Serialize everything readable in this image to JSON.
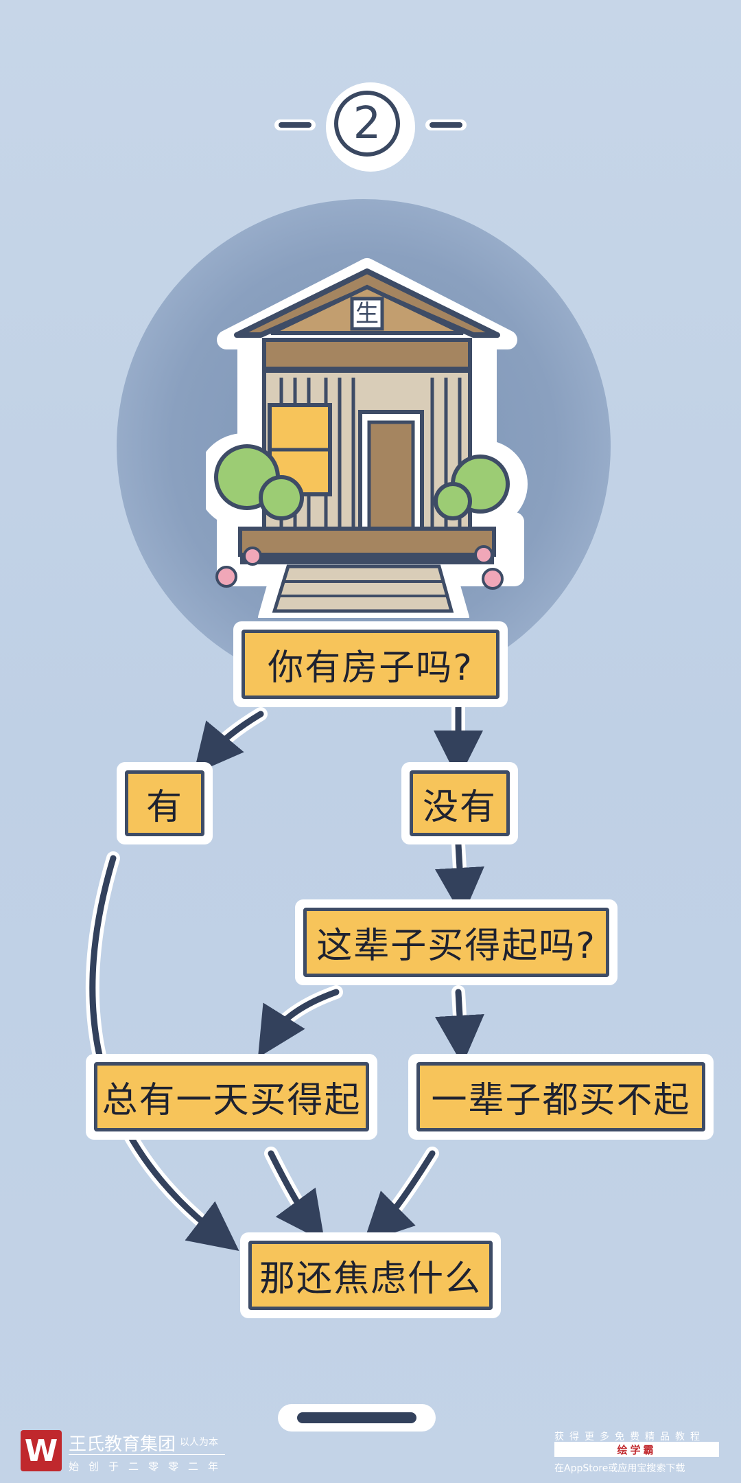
{
  "page_number": "2",
  "house_sign": "生",
  "flowchart": {
    "question1": "你有房子吗?",
    "answer_yes": "有",
    "answer_no": "没有",
    "question2": "这辈子买得起吗?",
    "answer_someday": "总有一天买得起",
    "answer_never": "一辈子都买不起",
    "conclusion": "那还焦虑什么"
  },
  "footer": {
    "brand_name": "王氏教育集团",
    "brand_slogan": "以人为本",
    "brand_founded": "始创于二零零二年",
    "promo_top": "获得更多免费精品教程",
    "promo_app": "绘学霸",
    "promo_bottom": "在AppStore或应用宝搜索下载"
  },
  "colors": {
    "background": "#c3d3e7",
    "box_fill": "#f7c45a",
    "outline": "#3e4c66",
    "brand_red": "#c0282d"
  }
}
